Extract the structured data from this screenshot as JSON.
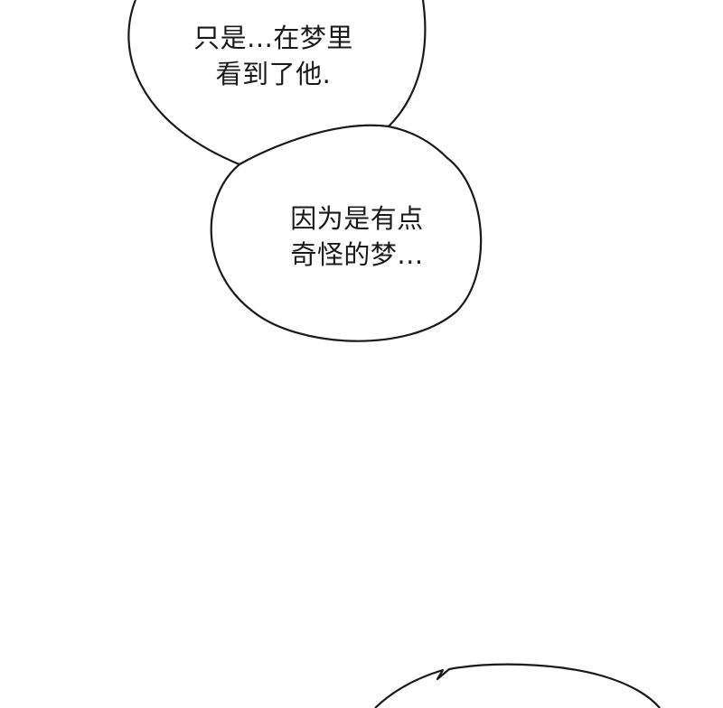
{
  "colors": {
    "background": "#ffffff",
    "bubble_fill": "#ffffff",
    "bubble_stroke": "#1a1a1a",
    "text": "#1a1a1a"
  },
  "bubbles": [
    {
      "lines": [
        "只是...在梦里",
        "看到了他."
      ]
    },
    {
      "lines": [
        "因为是有点",
        "奇怪的梦..."
      ]
    }
  ]
}
